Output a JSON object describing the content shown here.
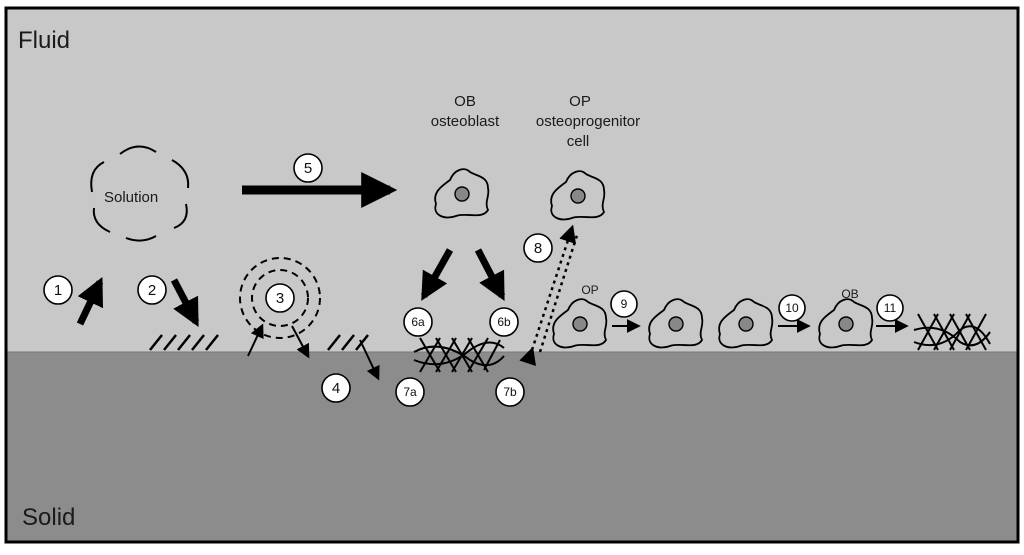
{
  "regions": {
    "fluid_label": "Fluid",
    "solid_label": "Solid",
    "fluid_color": "#c8c8c8",
    "solid_color": "#8c8c8c"
  },
  "labels": {
    "solution": "Solution",
    "ob_abbr": "OB",
    "ob_name": "osteoblast",
    "op_abbr": "OP",
    "op_name_line1": "osteoprogenitor",
    "op_name_line2": "cell",
    "op_small": "OP",
    "ob_small": "OB"
  },
  "steps": {
    "s1": "1",
    "s2": "2",
    "s3": "3",
    "s4": "4",
    "s5": "5",
    "s6a": "6a",
    "s6b": "6b",
    "s7a": "7a",
    "s7b": "7b",
    "s8": "8",
    "s9": "9",
    "s10": "10",
    "s11": "11"
  }
}
